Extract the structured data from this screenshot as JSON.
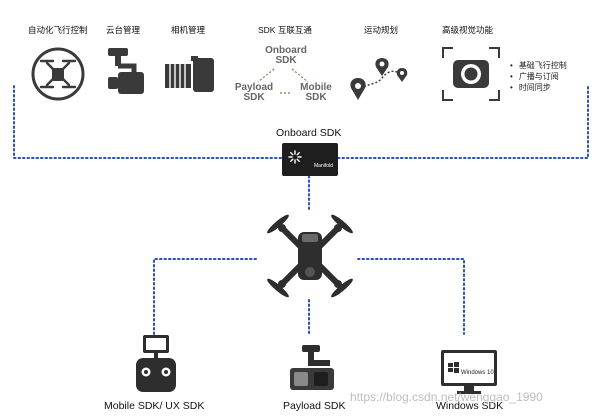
{
  "features": {
    "flight_control": "自动化飞行控制",
    "gimbal": "云台管理",
    "camera": "相机管理",
    "sdk_interop": "SDK 互联互通",
    "motion_planning": "运动规划",
    "vision": "高级视觉功能"
  },
  "interop": {
    "onboard": [
      "Onboard",
      "SDK"
    ],
    "payload": [
      "Payload",
      "SDK"
    ],
    "mobile": [
      "Mobile",
      "SDK"
    ]
  },
  "vision_bullets": [
    "基础飞行控制",
    "广播与订阅",
    "时间同步"
  ],
  "hub": {
    "title": "Onboard SDK",
    "device_brand": "Manifold"
  },
  "bottom": {
    "mobile": "Mobile SDK/ UX SDK",
    "payload": "Payload SDK",
    "windows": "Windows SDK",
    "windows_screen": "Windows 10"
  },
  "watermark": "https://blog.csdn.net/wenggao_1990",
  "colors": {
    "dotted_line": "#2b4fb3",
    "icon_dark": "#3a3a3a",
    "device_dark": "#1e1e1e"
  }
}
